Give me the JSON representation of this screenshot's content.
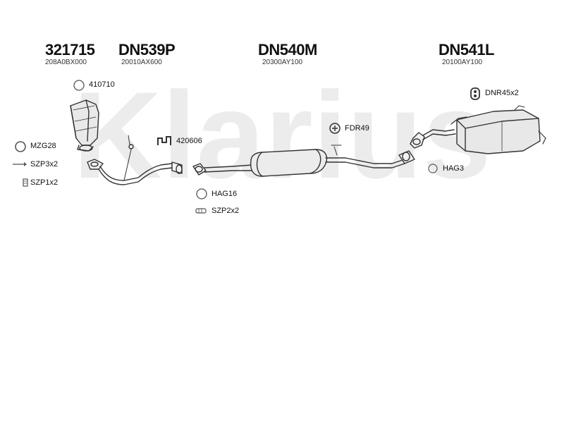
{
  "watermark": {
    "brand": "Klarius"
  },
  "parts": [
    {
      "number": "321715",
      "oem": "208A0BX000"
    },
    {
      "number": "DN539P",
      "oem": "20010AX600"
    },
    {
      "number": "DN540M",
      "oem": "20300AY100"
    },
    {
      "number": "DN541L",
      "oem": "20100AY100"
    }
  ],
  "accessories": {
    "a410710": "410710",
    "mzg28": "MZG28",
    "szp3x2": "SZP3x2",
    "szp1x2": "SZP1x2",
    "a420606": "420606",
    "hag16": "HAG16",
    "szp2x2": "SZP2x2",
    "fdr49": "FDR49",
    "dnr45x2": "DNR45x2",
    "hag3": "HAG3"
  },
  "icons": {
    "ring": "ring-clamp-icon",
    "bolt": "bolt-icon",
    "bracket": "bracket-icon",
    "hanger": "rubber-hanger-icon"
  }
}
